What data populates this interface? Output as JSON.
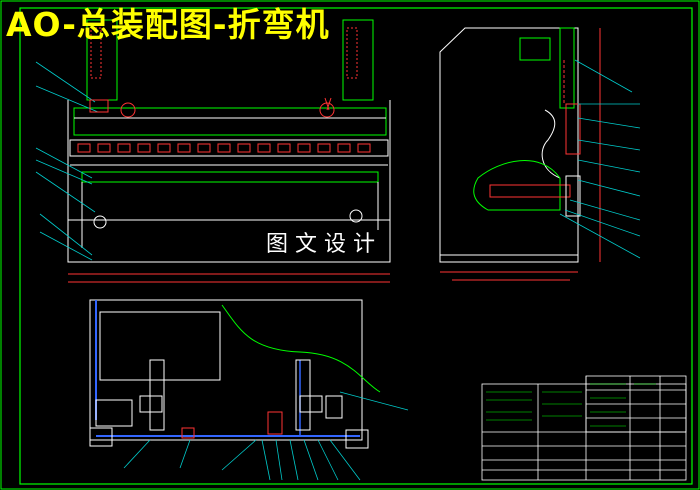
{
  "drawing": {
    "title": "AO-总装配图-折弯机",
    "watermark": "图文设计"
  },
  "colors": {
    "background": "#000000",
    "frame": "#00ff00",
    "outline": "#ffffff",
    "detail": "#ff3333",
    "hydraulic": "#3366ff",
    "leader": "#00cccc",
    "title": "#ffff00",
    "hatch": "#ff00ff"
  },
  "views": [
    "front-view",
    "side-view",
    "bottom-view",
    "title-block"
  ]
}
